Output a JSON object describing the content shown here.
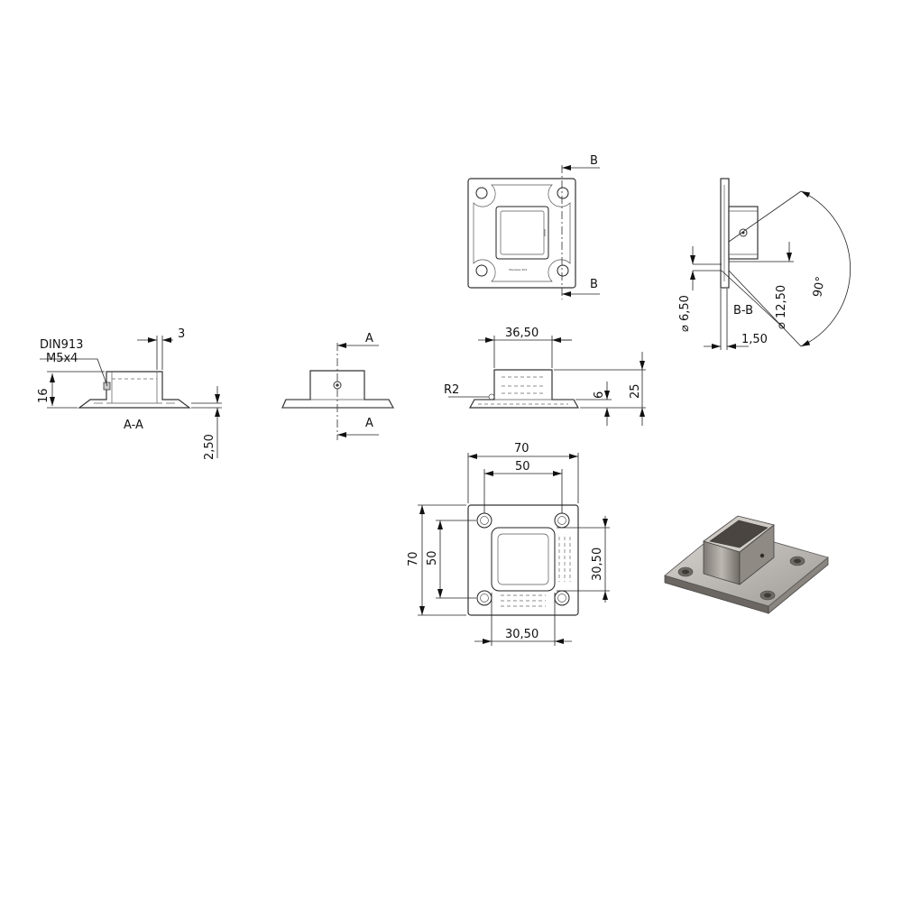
{
  "labels": {
    "screw_standard": "DIN913",
    "screw_size": "M5x4",
    "section_aa": "A-A",
    "section_bb": "B-B",
    "cut_a": "A",
    "cut_b": "B",
    "radius": "R2",
    "angle": "90°",
    "plate_marking": "Stainless 304"
  },
  "dimensions": {
    "wall_thickness": "3",
    "tube_height": "16",
    "plate_thickness": "2,50",
    "tube_width_side": "36,50",
    "plate_height": "6",
    "total_height": "25",
    "hole_diameter": "6,50",
    "counterbore_diameter": "12,50",
    "sheet_thickness": "1,50",
    "plate_width": "70",
    "hole_spacing": "50",
    "plate_height_top": "70",
    "hole_spacing_vertical": "50",
    "tube_inner_vertical": "30,50",
    "tube_inner_horizontal": "30,50"
  }
}
